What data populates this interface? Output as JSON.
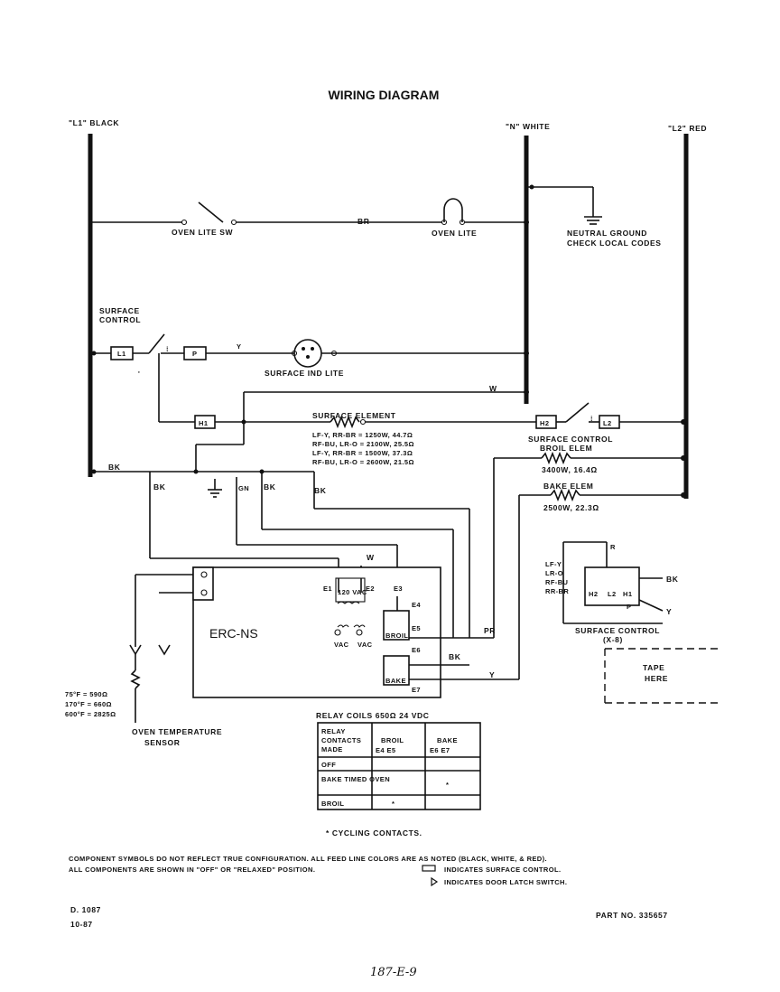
{
  "title": "WIRING DIAGRAM",
  "lines": {
    "l1": "\"L1\" BLACK",
    "n": "\"N\" WHITE",
    "l2": "\"L2\" RED"
  },
  "oven_lite": {
    "switch_label": "OVEN LITE SW",
    "wire": "BR",
    "lamp_label": "OVEN LITE"
  },
  "ground": {
    "line1": "NEUTRAL GROUND",
    "line2": "CHECK LOCAL CODES"
  },
  "surface": {
    "control_label_1": "SURFACE",
    "control_label_2": "CONTROL",
    "l1": "L1",
    "p": "P",
    "y": "Y",
    "ind_lite": "SURFACE IND LITE",
    "w": "W",
    "h1": "H1",
    "h2": "H2",
    "l2": "L2",
    "element_label": "SURFACE ELEMENT",
    "control_right": "SURFACE CONTROL",
    "ratings": [
      "LF-Y, RR-BR = 1250W, 44.7Ω",
      "RF-BU, LR-O = 2100W, 25.5Ω",
      "LF-Y, RR-BR = 1500W, 37.3Ω",
      "RF-BU, LR-O = 2600W, 21.5Ω"
    ]
  },
  "broil": {
    "label": "BROIL ELEM",
    "rating": "3400W, 16.4Ω"
  },
  "bake": {
    "label": "BAKE ELEM",
    "rating": "2500W, 22.3Ω"
  },
  "wires": {
    "bk1": "BK",
    "bk2": "BK",
    "bk3": "BK",
    "bk4": "BK",
    "gn": "GN",
    "w": "W",
    "pr": "PR",
    "bk5": "BK",
    "y": "Y"
  },
  "erc": {
    "name": "ERC-NS",
    "e1": "E1",
    "e2": "E2",
    "e3": "E3",
    "e4": "E4",
    "e5": "E5",
    "e6": "E6",
    "e7": "E7",
    "vac120": "120 VAC",
    "vac1": "VAC",
    "vac2": "VAC",
    "broil_relay": "BROIL",
    "bake_relay": "BAKE"
  },
  "sensor": {
    "r1": "75°F = 590Ω",
    "r2": "170°F = 660Ω",
    "r3": "600°F = 2825Ω",
    "label1": "OVEN TEMPERATURE",
    "label2": "SENSOR"
  },
  "control_detail": {
    "r": "R",
    "codes": [
      "LF-Y",
      "LR-O",
      "RF-BU",
      "RR-BR"
    ],
    "bk": "BK",
    "y": "Y",
    "h2": "H2",
    "l2": "L2",
    "h1": "H1",
    "p": "P",
    "label": "SURFACE CONTROL",
    "sub": "(X-8)"
  },
  "tape": {
    "line1": "TAPE",
    "line2": "HERE"
  },
  "relay_table": {
    "caption": "RELAY COILS 650Ω  24 VDC",
    "header_col1": [
      "RELAY",
      "CONTACTS",
      "MADE"
    ],
    "broil_head": "BROIL",
    "broil_sub": "E4   E5",
    "bake_head": "BAKE",
    "bake_sub": "E6   E7",
    "rows": [
      {
        "mode": "OFF",
        "broil": "",
        "bake": ""
      },
      {
        "mode": "BAKE TIMED OVEN",
        "broil": "",
        "bake": "*"
      },
      {
        "mode": "BROIL",
        "broil": "*",
        "bake": ""
      }
    ]
  },
  "cycling_note": "* CYCLING CONTACTS.",
  "notes": {
    "line1": "COMPONENT SYMBOLS DO NOT REFLECT TRUE CONFIGURATION. ALL FEED LINE COLORS ARE AS NOTED (BLACK, WHITE, & RED).",
    "line2": "ALL COMPONENTS ARE SHOWN  IN \"OFF\" OR \"RELAXED\" POSITION.",
    "line3": "INDICATES SURFACE CONTROL.",
    "line4": "INDICATES  DOOR  LATCH  SWITCH."
  },
  "footer": {
    "code1": "D. 1087",
    "code2": "10-87",
    "part": "PART  NO. 335657",
    "handwritten": "187-E-9"
  }
}
